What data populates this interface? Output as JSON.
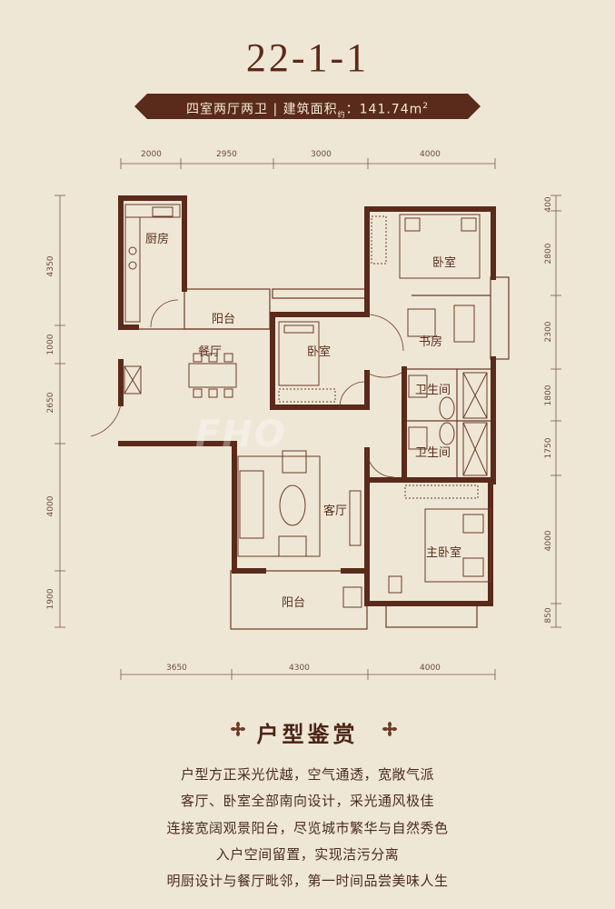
{
  "header": {
    "title": "22-1-1",
    "layout_text": "四室两厅两卫 | 建筑面积",
    "area_sub": "约",
    "area_value": "：141.74m",
    "area_sup": "2"
  },
  "rooms": {
    "kitchen": "厨房",
    "balcony_top": "阳台",
    "dining": "餐厅",
    "bedroom_small": "卧室",
    "bedroom_top": "卧室",
    "study": "书房",
    "bath1": "卫生间",
    "bath2": "卫生间",
    "living": "客厅",
    "master": "主卧室",
    "balcony_bottom": "阳台"
  },
  "dimensions": {
    "top": [
      "2000",
      "2950",
      "3000",
      "4000"
    ],
    "bottom": [
      "3650",
      "4300",
      "4000"
    ],
    "left": [
      "4350",
      "1000",
      "2650",
      "4000",
      "1900"
    ],
    "right": [
      "400",
      "2800",
      "2300",
      "1800",
      "1750",
      "4000",
      "850"
    ]
  },
  "watermark": "FHO",
  "section": {
    "heading": "户型鉴赏",
    "lines": [
      "户型方正采光优越，空气通透，宽敞气派",
      "客厅、卧室全部南向设计，采光通风极佳",
      "连接宽阔观景阳台，尽览城市繁华与自然秀色",
      "入户空间留置，实现洁污分离",
      "明厨设计与餐厅毗邻，第一时间品尝美味人生"
    ]
  },
  "colors": {
    "background": "#efe7d6",
    "wall": "#5a2a1a",
    "accent": "#6b3a26"
  }
}
